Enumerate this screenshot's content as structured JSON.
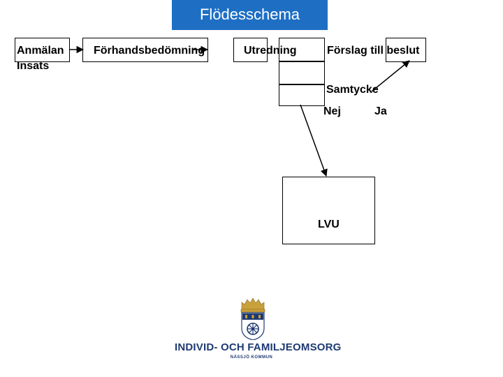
{
  "title": "Flödesschema",
  "nodes": {
    "anmalan_line1": "Anmälan",
    "anmalan_line2": "Insats",
    "forhandsbedomning": "Förhandsbedömning",
    "utredning": "Utredning",
    "forslag": "Förslag till beslut",
    "samtycke": "Samtycke",
    "nej": "Nej",
    "ja": "Ja",
    "lvu": "LVU"
  },
  "logo": {
    "org_name": "INDIVID- OCH FAMILJEOMSORG",
    "org_sub": "NÄSSJÖ KOMMUN",
    "colors": {
      "navy": "#1e3a73",
      "gold": "#c9a13b",
      "blue": "#2a5aa8"
    }
  },
  "colors": {
    "title_bg": "#1e6fc4",
    "title_text": "#ffffff"
  }
}
